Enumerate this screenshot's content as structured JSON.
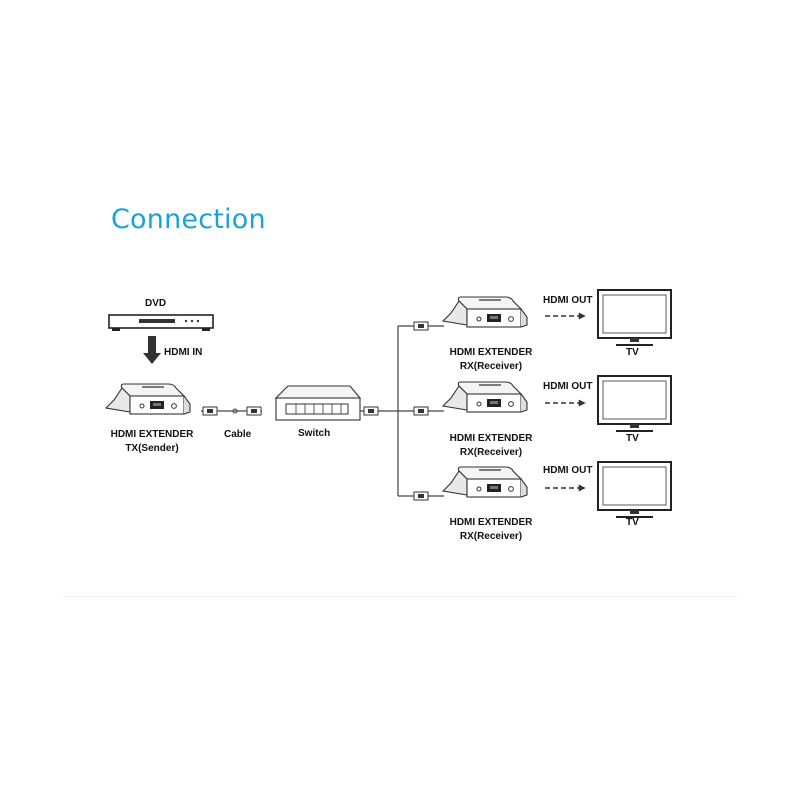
{
  "title": "Connection",
  "diagram": {
    "source": {
      "name": "DVD",
      "link_label": "HDMI IN",
      "sender_line1": "HDMI EXTENDER",
      "sender_line2": "TX(Sender)"
    },
    "cable_label": "Cable",
    "switch_label": "Switch",
    "receivers": [
      {
        "line1": "HDMI EXTENDER",
        "line2": "RX(Receiver)",
        "output_label": "HDMI OUT",
        "display": "TV"
      },
      {
        "line1": "HDMI EXTENDER",
        "line2": "RX(Receiver)",
        "output_label": "HDMI OUT",
        "display": "TV"
      },
      {
        "line1": "HDMI EXTENDER",
        "line2": "RX(Receiver)",
        "output_label": "HDMI OUT",
        "display": "TV"
      }
    ]
  }
}
